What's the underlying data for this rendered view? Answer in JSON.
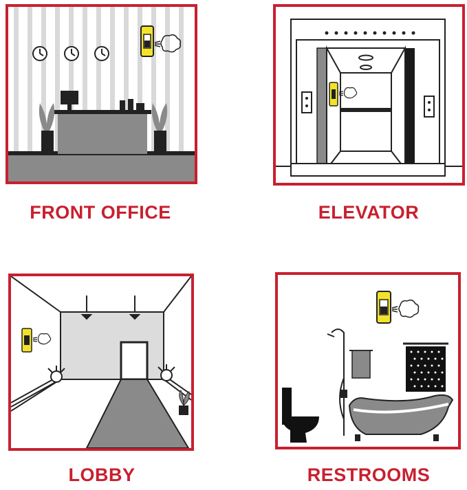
{
  "panels": [
    {
      "label": "FRONT OFFICE"
    },
    {
      "label": "ELEVATOR"
    },
    {
      "label": "LOBBY"
    },
    {
      "label": "RESTROOMS"
    }
  ],
  "colors": {
    "frame": "#c8202f",
    "dispenser": "#f2e32a",
    "gray": "#8a8a8a",
    "dark": "#1a1a1a"
  },
  "icons": [
    "clock-icon",
    "dispenser-icon",
    "spray-icon",
    "plant-icon",
    "computer-icon",
    "toilet-icon",
    "bathtub-icon",
    "shower-icon",
    "towel-icon"
  ]
}
